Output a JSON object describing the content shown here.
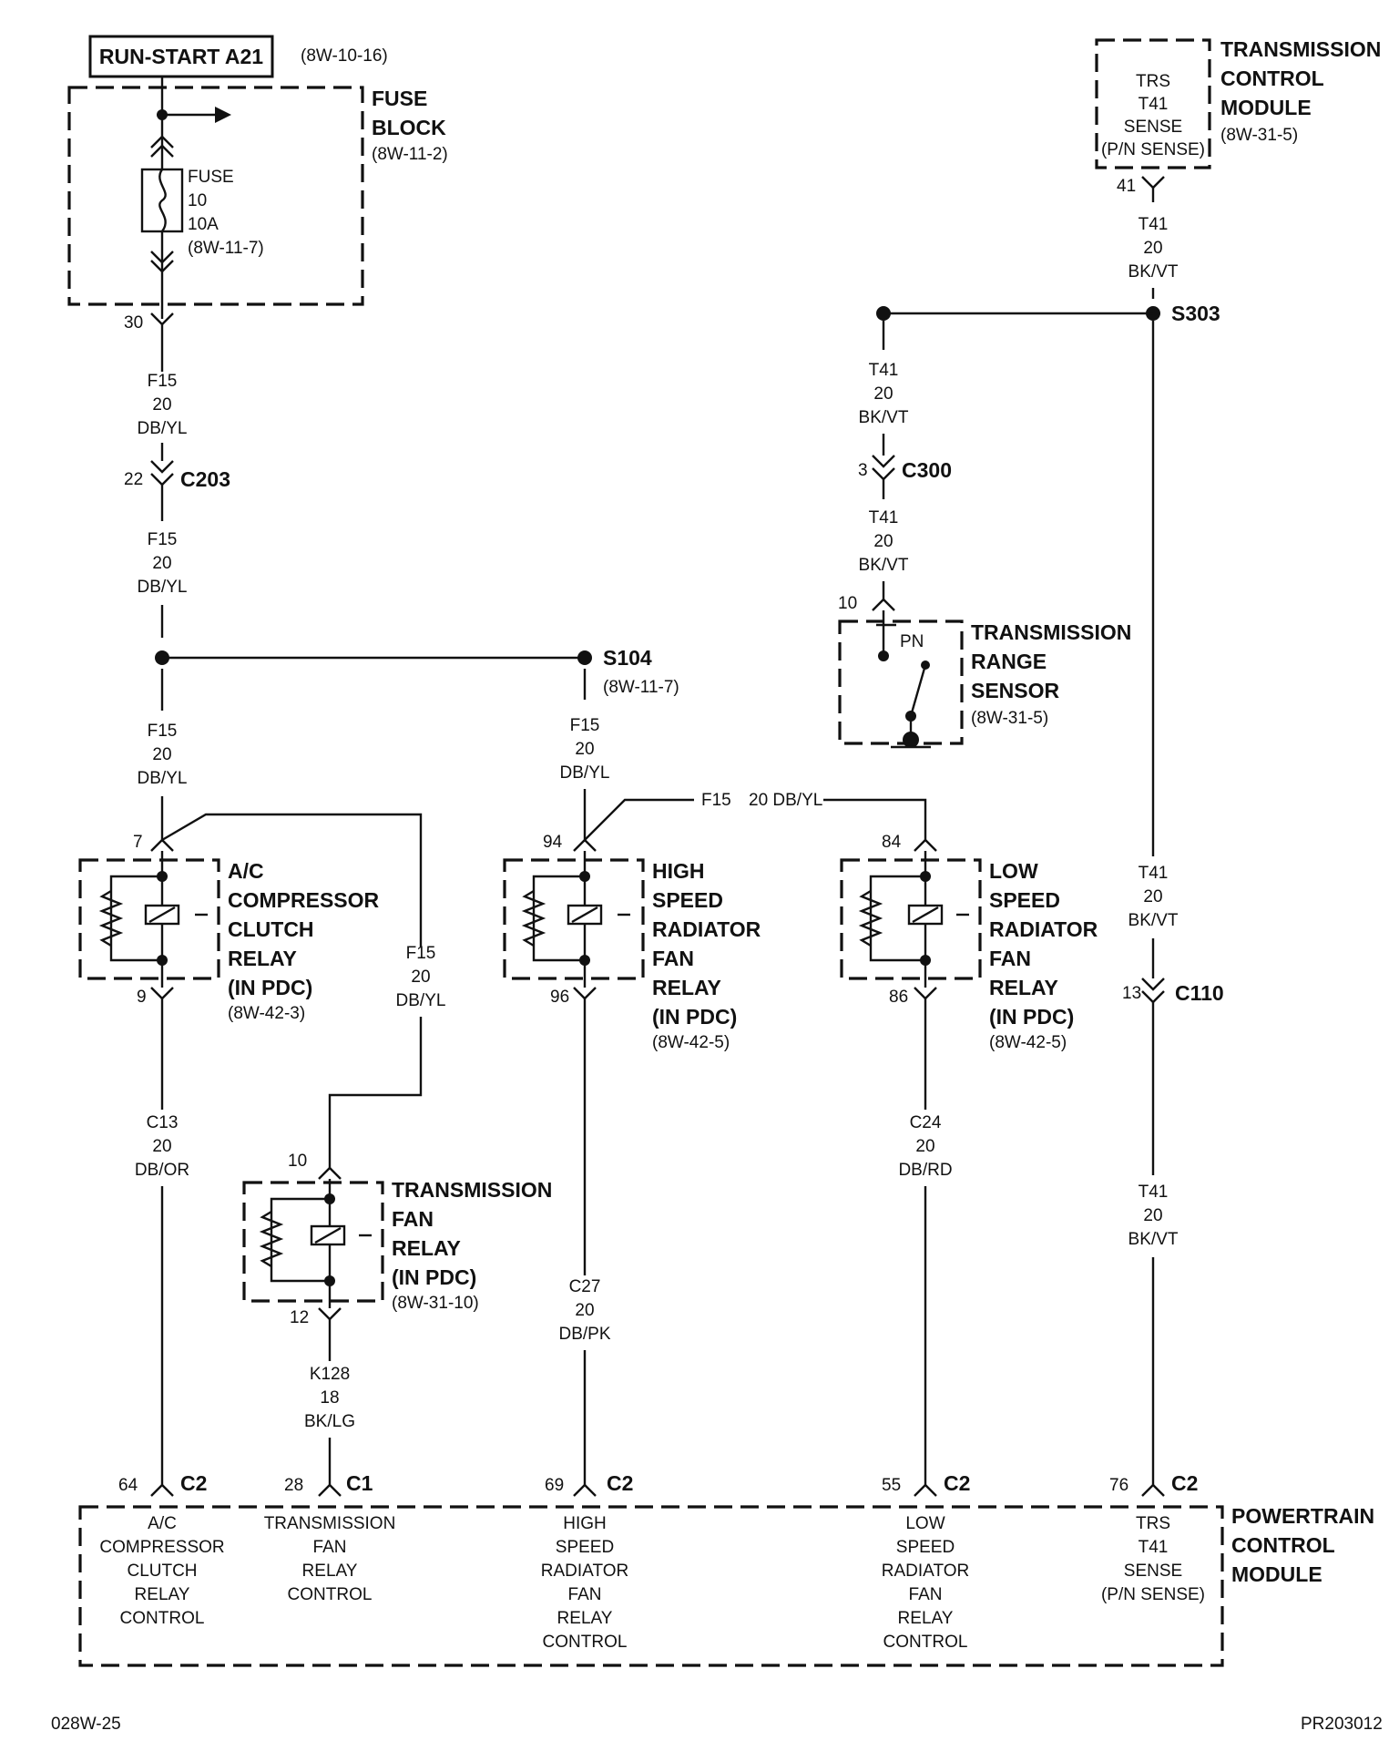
{
  "header": {
    "run_start_label": "RUN-START A21",
    "run_start_ref": "(8W-10-16)"
  },
  "fuse_block": {
    "name": [
      "FUSE",
      "BLOCK"
    ],
    "ref": "(8W-11-2)",
    "fuse_lines": [
      "FUSE",
      "10",
      "10A",
      "(8W-11-7)"
    ],
    "out_pin": "30"
  },
  "tcm": {
    "name": [
      "TRANSMISSION",
      "CONTROL",
      "MODULE"
    ],
    "ref": "(8W-31-5)",
    "inner": [
      "TRS",
      "T41",
      "SENSE",
      "(P/N SENSE)"
    ],
    "pin": "41"
  },
  "splices": {
    "s303": "S303",
    "s104": "S104",
    "s104_ref": "(8W-11-7)"
  },
  "connectors": {
    "c203": {
      "name": "C203",
      "pin": "22"
    },
    "c300": {
      "name": "C300",
      "pin": "3"
    },
    "c110": {
      "name": "C110",
      "pin": "13"
    }
  },
  "wires": {
    "f15_a": [
      "F15",
      "20",
      "DB/YL"
    ],
    "f15_b": [
      "F15",
      "20",
      "DB/YL"
    ],
    "f15_c": [
      "F15",
      "20",
      "DB/YL"
    ],
    "f15_d": [
      "F15",
      "20",
      "DB/YL"
    ],
    "f15_e": [
      "F15",
      "20",
      "DB/YL"
    ],
    "f15_h": [
      "F15",
      "20 DB/YL"
    ],
    "t41_a": [
      "T41",
      "20",
      "BK/VT"
    ],
    "t41_b": [
      "T41",
      "20",
      "BK/VT"
    ],
    "t41_c": [
      "T41",
      "20",
      "BK/VT"
    ],
    "t41_d": [
      "T41",
      "20",
      "BK/VT"
    ],
    "t41_e": [
      "T41",
      "20",
      "BK/VT"
    ],
    "c13": [
      "C13",
      "20",
      "DB/OR"
    ],
    "c27": [
      "C27",
      "20",
      "DB/PK"
    ],
    "c24": [
      "C24",
      "20",
      "DB/RD"
    ],
    "k128": [
      "K128",
      "18",
      "BK/LG"
    ]
  },
  "trs": {
    "name": [
      "TRANSMISSION",
      "RANGE",
      "SENSOR"
    ],
    "ref": "(8W-31-5)",
    "pin": "10",
    "pn": "PN"
  },
  "relays": {
    "ac": {
      "name": [
        "A/C",
        "COMPRESSOR",
        "CLUTCH",
        "RELAY",
        "(IN PDC)"
      ],
      "ref": "(8W-42-3)",
      "pin_in": "7",
      "pin_out": "9"
    },
    "hs": {
      "name": [
        "HIGH",
        "SPEED",
        "RADIATOR",
        "FAN",
        "RELAY",
        "(IN PDC)"
      ],
      "ref": "(8W-42-5)",
      "pin_in": "94",
      "pin_out": "96"
    },
    "ls": {
      "name": [
        "LOW",
        "SPEED",
        "RADIATOR",
        "FAN",
        "RELAY",
        "(IN PDC)"
      ],
      "ref": "(8W-42-5)",
      "pin_in": "84",
      "pin_out": "86"
    },
    "tf": {
      "name": [
        "TRANSMISSION",
        "FAN",
        "RELAY",
        "(IN PDC)"
      ],
      "ref": "(8W-31-10)",
      "pin_in": "10",
      "pin_out": "12"
    }
  },
  "pcm": {
    "name": [
      "POWERTRAIN",
      "CONTROL",
      "MODULE"
    ],
    "pins": [
      {
        "pin": "64",
        "conn": "C2",
        "label": [
          "A/C",
          "COMPRESSOR",
          "CLUTCH",
          "RELAY",
          "CONTROL"
        ]
      },
      {
        "pin": "28",
        "conn": "C1",
        "label": [
          "TRANSMISSION",
          "FAN",
          "RELAY",
          "CONTROL"
        ]
      },
      {
        "pin": "69",
        "conn": "C2",
        "label": [
          "HIGH",
          "SPEED",
          "RADIATOR",
          "FAN",
          "RELAY",
          "CONTROL"
        ]
      },
      {
        "pin": "55",
        "conn": "C2",
        "label": [
          "LOW",
          "SPEED",
          "RADIATOR",
          "FAN",
          "RELAY",
          "CONTROL"
        ]
      },
      {
        "pin": "76",
        "conn": "C2",
        "label": [
          "TRS",
          "T41",
          "SENSE",
          "(P/N SENSE)"
        ]
      }
    ]
  },
  "footer": {
    "left": "028W-25",
    "right": "PR203012"
  }
}
